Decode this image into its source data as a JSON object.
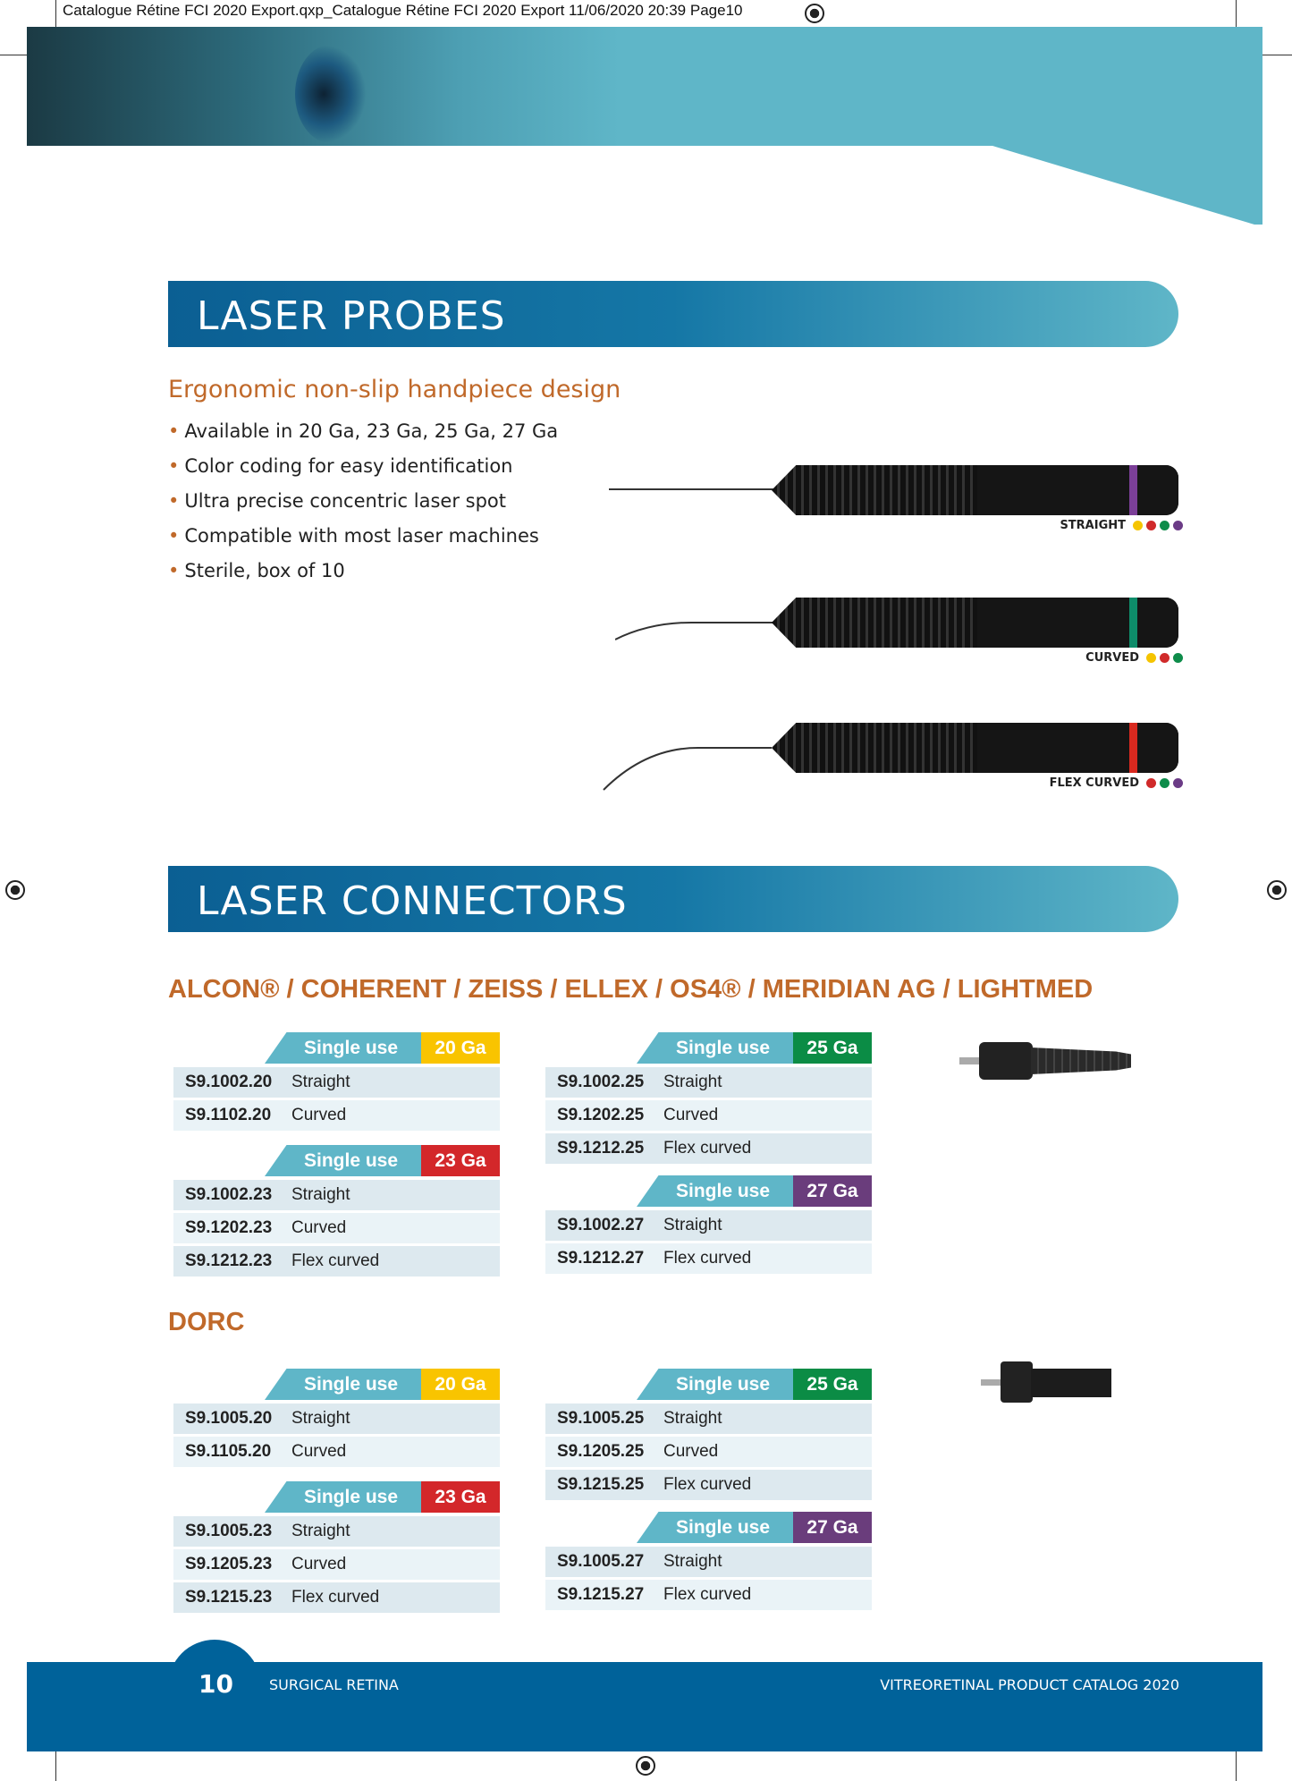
{
  "slug": "Catalogue Rétine FCI 2020 Export.qxp_Catalogue Rétine FCI 2020 Export  11/06/2020  20:39  Page10",
  "laser_probes": {
    "title": "LASER PROBES",
    "subtitle": "Ergonomic non-slip handpiece design",
    "bullets": [
      "Available in 20 Ga, 23 Ga, 25 Ga, 27 Ga",
      "Color coding for easy identification",
      "Ultra precise concentric laser spot",
      "Compatible with most laser machines",
      "Sterile, box of 10"
    ],
    "probes": [
      {
        "label": "STRAIGHT",
        "ring": "#7b3f98",
        "dots": [
          "#f5c400",
          "#d02a2a",
          "#0e8c4a",
          "#6b3b86"
        ]
      },
      {
        "label": "CURVED",
        "ring": "#0e8c6a",
        "dots": [
          "#f5c400",
          "#d02a2a",
          "#0e8c4a"
        ]
      },
      {
        "label": "FLEX CURVED",
        "ring": "#d8291f",
        "dots": [
          "#d02a2a",
          "#0e8c4a",
          "#6b3b86"
        ]
      }
    ]
  },
  "laser_connectors": {
    "title": "LASER CONNECTORS",
    "groups": [
      {
        "brand": "ALCON® / COHERENT / ZEISS / ELLEX / OS4® / MERIDIAN AG / LIGHTMED",
        "tables": [
          {
            "use": "Single use",
            "gauge": "20 Ga",
            "color": "#f9c400",
            "rows": [
              [
                "S9.1002.20",
                "Straight"
              ],
              [
                "S9.1102.20",
                "Curved"
              ]
            ]
          },
          {
            "use": "Single use",
            "gauge": "23 Ga",
            "color": "#d3272a",
            "rows": [
              [
                "S9.1002.23",
                "Straight"
              ],
              [
                "S9.1202.23",
                "Curved"
              ],
              [
                "S9.1212.23",
                "Flex curved"
              ]
            ]
          },
          {
            "use": "Single use",
            "gauge": "25 Ga",
            "color": "#0b8c45",
            "rows": [
              [
                "S9.1002.25",
                "Straight"
              ],
              [
                "S9.1202.25",
                "Curved"
              ],
              [
                "S9.1212.25",
                "Flex curved"
              ]
            ]
          },
          {
            "use": "Single use",
            "gauge": "27 Ga",
            "color": "#6a3d7c",
            "rows": [
              [
                "S9.1002.27",
                "Straight"
              ],
              [
                "S9.1212.27",
                "Flex curved"
              ]
            ]
          }
        ]
      },
      {
        "brand": "DORC",
        "tables": [
          {
            "use": "Single use",
            "gauge": "20 Ga",
            "color": "#f9c400",
            "rows": [
              [
                "S9.1005.20",
                "Straight"
              ],
              [
                "S9.1105.20",
                "Curved"
              ]
            ]
          },
          {
            "use": "Single use",
            "gauge": "23 Ga",
            "color": "#d3272a",
            "rows": [
              [
                "S9.1005.23",
                "Straight"
              ],
              [
                "S9.1205.23",
                "Curved"
              ],
              [
                "S9.1215.23",
                "Flex curved"
              ]
            ]
          },
          {
            "use": "Single use",
            "gauge": "25 Ga",
            "color": "#0b8c45",
            "rows": [
              [
                "S9.1005.25",
                "Straight"
              ],
              [
                "S9.1205.25",
                "Curved"
              ],
              [
                "S9.1215.25",
                "Flex curved"
              ]
            ]
          },
          {
            "use": "Single use",
            "gauge": "27 Ga",
            "color": "#6a3d7c",
            "rows": [
              [
                "S9.1005.27",
                "Straight"
              ],
              [
                "S9.1215.27",
                "Flex curved"
              ]
            ]
          }
        ]
      }
    ]
  },
  "footer": {
    "page": "10",
    "section": "SURGICAL RETINA",
    "catalog": "VITREORETINAL PRODUCT CATALOG 2020"
  }
}
